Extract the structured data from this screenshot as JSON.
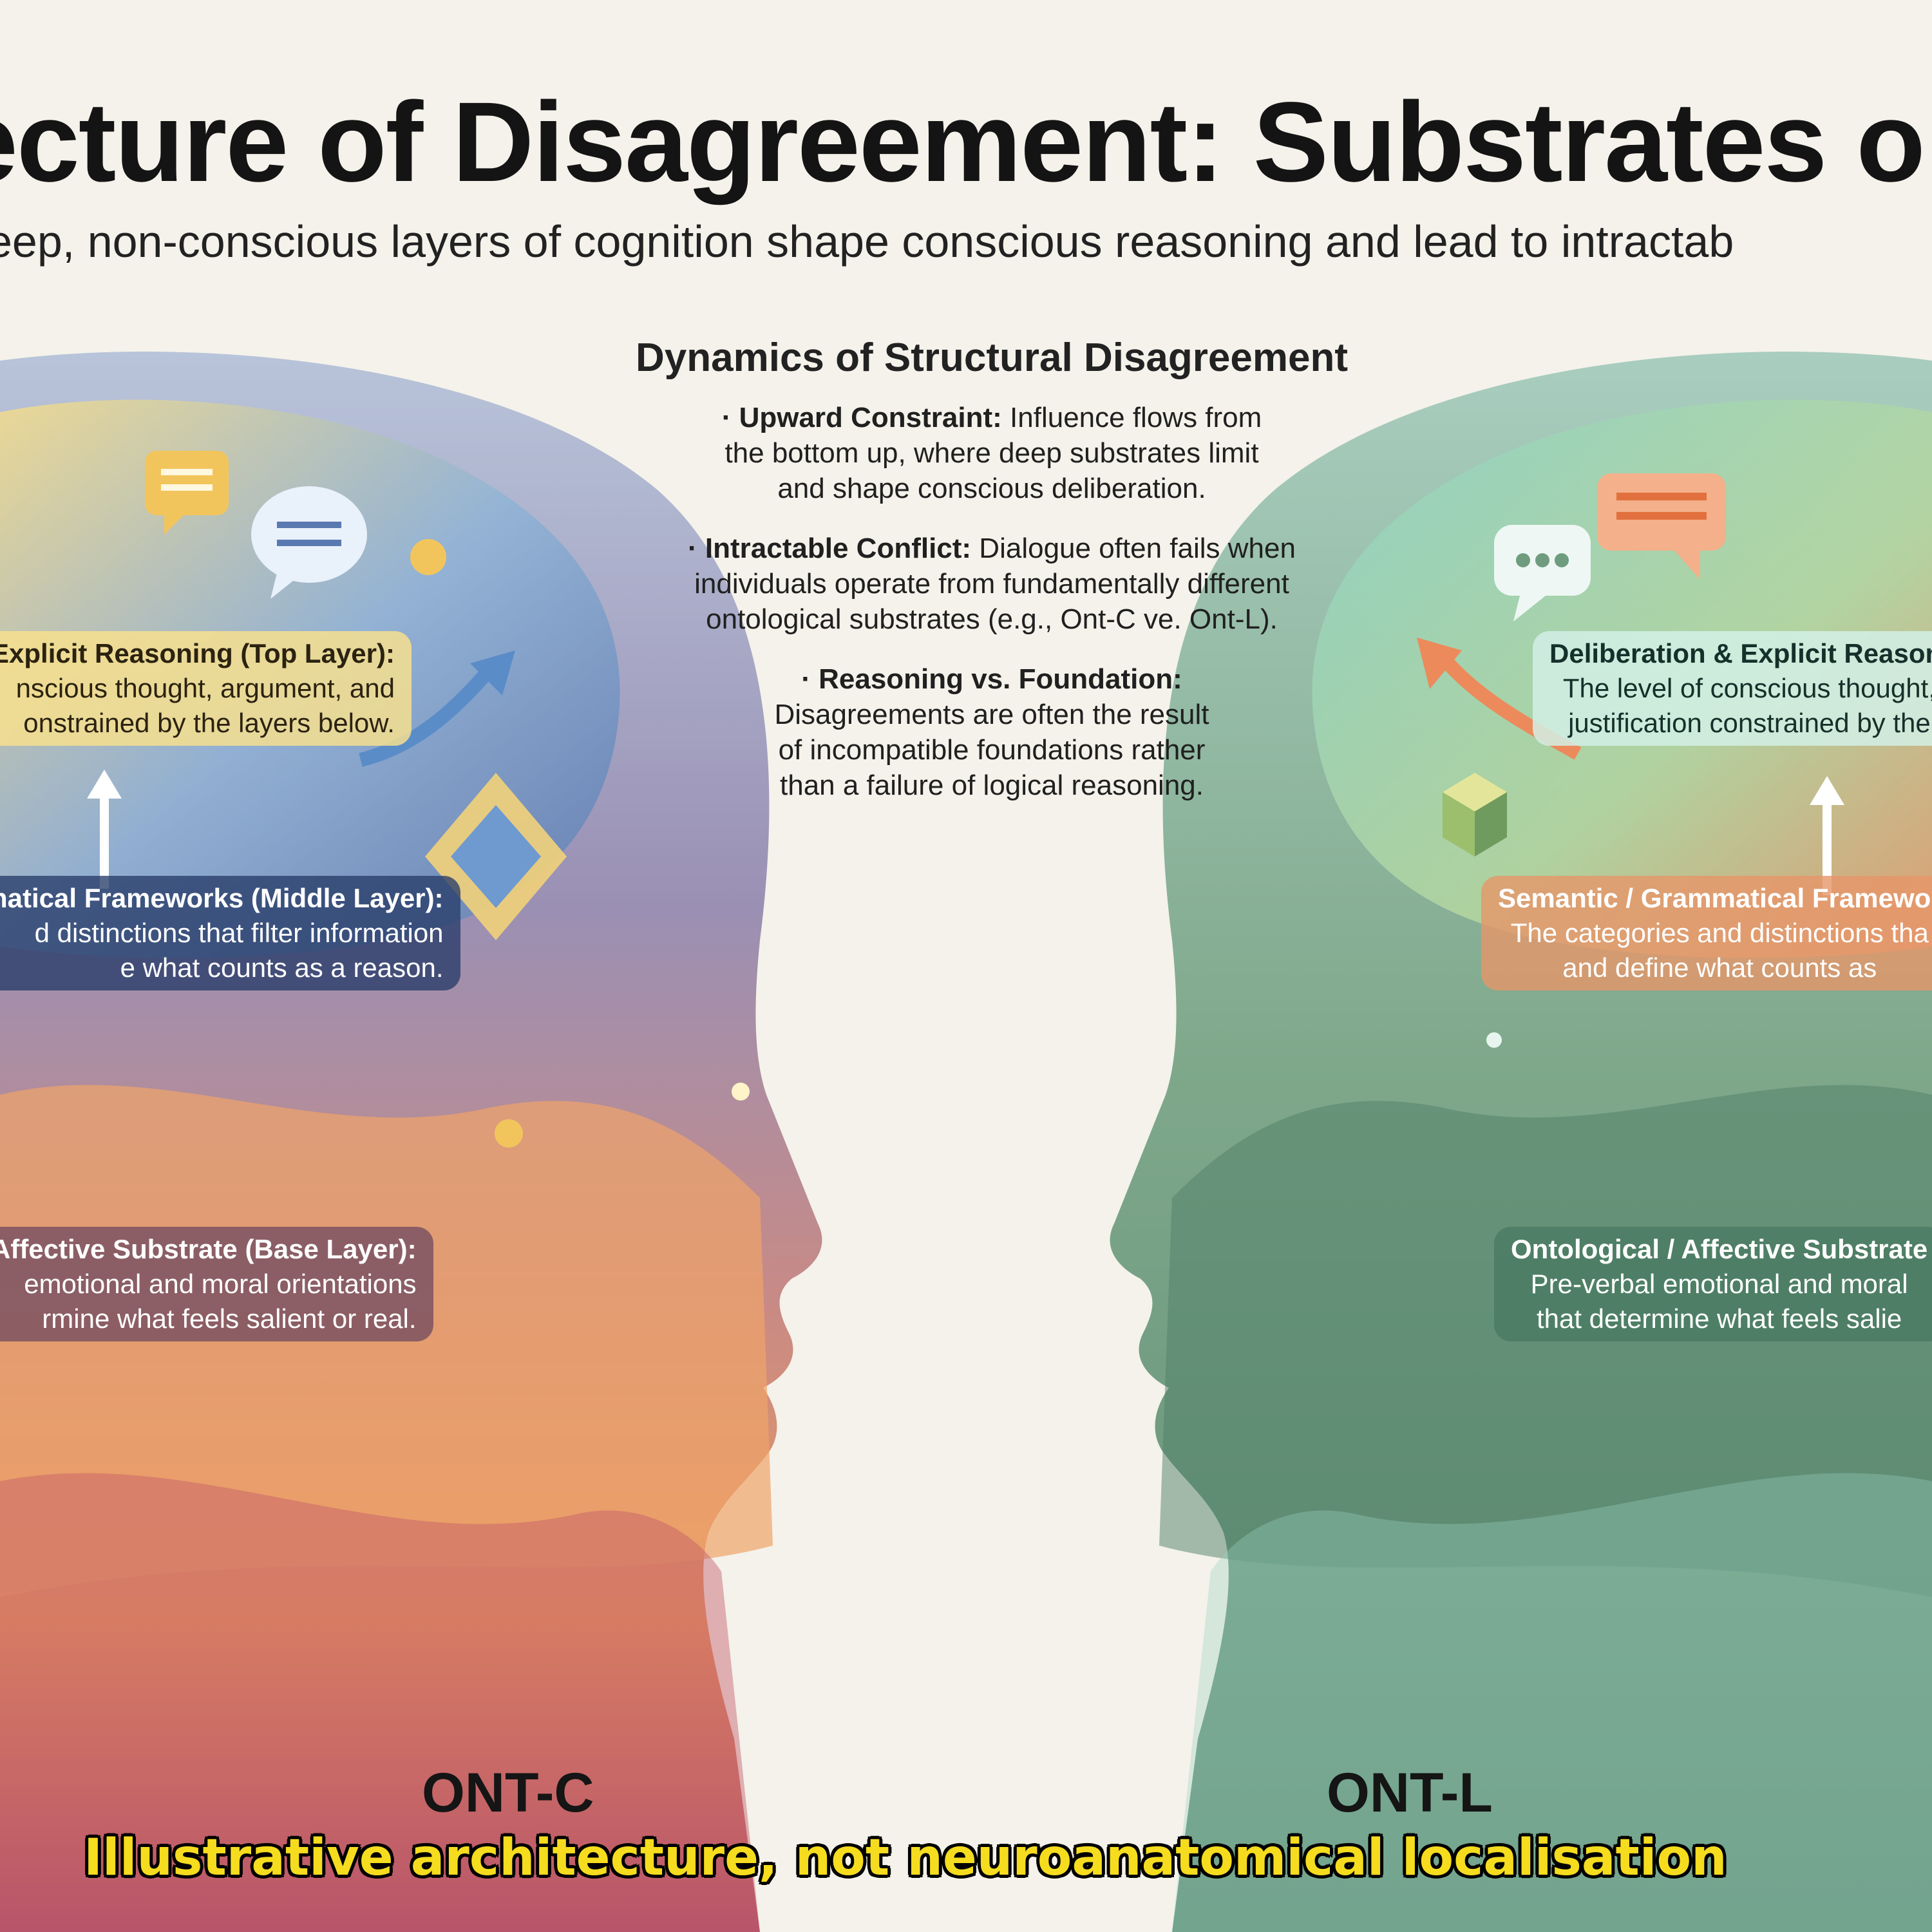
{
  "title": "ecture of Disagreement: Substrates o",
  "subtitle": "eep, non-conscious layers of cognition shape conscious reasoning and lead to intractab",
  "dynamics": {
    "heading": "Dynamics of Structural Disagreement",
    "items": [
      {
        "label": "· Upward Constraint:",
        "text": " Influence flows from the bottom up, where deep substrates limit and shape conscious deliberation."
      },
      {
        "label": "· Intractable Conflict:",
        "text": " Dialogue often fails when individuals operate from fundamentally different ontological substrates (e.g., Ont-C ve. Ont-L)."
      },
      {
        "label": "· Reasoning vs. Foundation:",
        "text": " Disagreements are often the result of incompatible foundations rather than a failure of logical reasoning."
      }
    ]
  },
  "left_head": {
    "name": "ONT-C",
    "top": {
      "heading": "Explicit Reasoning (Top Layer):",
      "line1": "nscious thought, argument, and",
      "line2": "onstrained by the layers below."
    },
    "middle": {
      "heading": "natical Frameworks (Middle Layer):",
      "line1": "d distinctions that filter information",
      "line2": "e what counts as a reason."
    },
    "base": {
      "heading": "Affective Substrate (Base Layer):",
      "line1": "emotional and moral orientations",
      "line2": "rmine what feels salient or real."
    }
  },
  "right_head": {
    "name": "ONT-L",
    "top": {
      "heading": "Deliberation & Explicit Reasoni",
      "line1": "The level of conscious thought,",
      "line2": "justification constrained by the"
    },
    "middle": {
      "heading": "Semantic / Grammatical Framewor",
      "line1": "The categories and distinctions tha",
      "line2": "and define what counts as"
    },
    "base": {
      "heading": "Ontological / Affective Substrate",
      "line1": "Pre-verbal emotional and moral",
      "line2": "that determine what feels salie"
    }
  },
  "caption": "Illustrative architecture, not neuroanatomical localisation",
  "colors": {
    "left_warm": "#e9965f",
    "left_cool": "#8a86b0",
    "right_green": "#6f9c7e",
    "caption_yellow": "#f5dc1e"
  },
  "icons": [
    "speech-bubble-icon",
    "arrow-up-icon",
    "diamond-icon",
    "cube-icon"
  ]
}
